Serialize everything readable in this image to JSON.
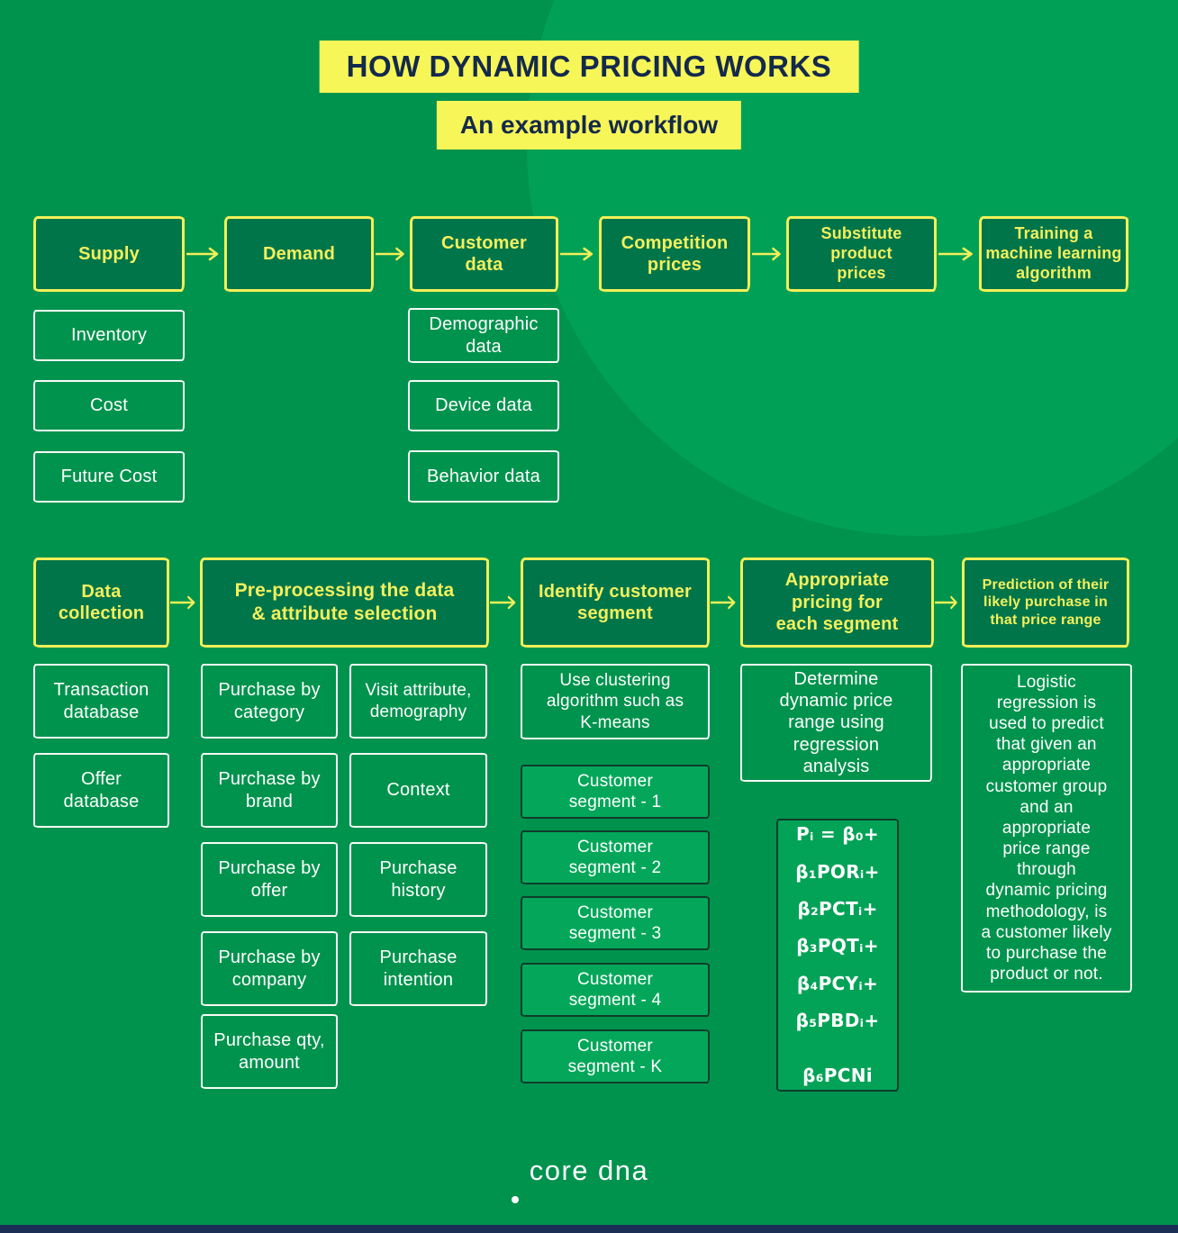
{
  "colors": {
    "background": "#00934d",
    "background_circle": "#00a156",
    "header_box_fill": "#007549",
    "accent_yellow": "#f2ef58",
    "title_band_yellow": "#f7f658",
    "title_text_navy": "#14294b",
    "segment_fill": "#04a75a",
    "segment_border": "#0f3d2b",
    "white_text": "#ffffff",
    "footer_bar_navy": "#1b2e55"
  },
  "title": {
    "main": "HOW DYNAMIC PRICING WORKS",
    "subtitle": "An example workflow"
  },
  "flow1": {
    "steps": [
      "Supply",
      "Demand",
      "Customer\ndata",
      "Competition\nprices",
      "Substitute\nproduct\nprices",
      "Training a\nmachine learning\nalgorithm"
    ],
    "supply_items": [
      "Inventory",
      "Cost",
      "Future Cost"
    ],
    "customer_data_items": [
      "Demographic\ndata",
      "Device data",
      "Behavior data"
    ]
  },
  "flow2": {
    "steps": [
      "Data\ncollection",
      "Pre-processing the data\n& attribute selection",
      "Identify customer\nsegment",
      "Appropriate\npricing for\neach segment",
      "Prediction of their\nlikely purchase in\nthat price range"
    ],
    "data_collection_items": [
      "Transaction\ndatabase",
      "Offer\ndatabase"
    ],
    "preprocessing_col1": [
      "Purchase by\ncategory",
      "Purchase by\nbrand",
      "Purchase by\noffer",
      "Purchase by\ncompany",
      "Purchase qty,\namount"
    ],
    "preprocessing_col2": [
      "Visit attribute,\ndemography",
      "Context",
      "Purchase\nhistory",
      "Purchase\nintention"
    ],
    "clustering_note": "Use clustering\nalgorithm such as\nK-means",
    "segments": [
      "Customer\nsegment - 1",
      "Customer\nsegment - 2",
      "Customer\nsegment - 3",
      "Customer\nsegment - 4",
      "Customer\nsegment - K"
    ],
    "pricing_note": "Determine\ndynamic price\nrange using\nregression\nanalysis",
    "formula_lines": [
      "Pᵢ = β₀+",
      "β₁PORᵢ+",
      "β₂PCTᵢ+",
      "β₃PQTᵢ+",
      "β₄PCYᵢ+",
      "β₅PBDᵢ+",
      "β₆PCNi"
    ],
    "prediction_note": "Logistic\nregression is\nused to predict\nthat given an\nappropriate\ncustomer group\nand an\nappropriate\nprice range\nthrough\ndynamic pricing\nmethodology, is\na customer likely\nto purchase the\nproduct or not."
  },
  "footer": {
    "logo_core": "core",
    "logo_dna": "dna"
  }
}
